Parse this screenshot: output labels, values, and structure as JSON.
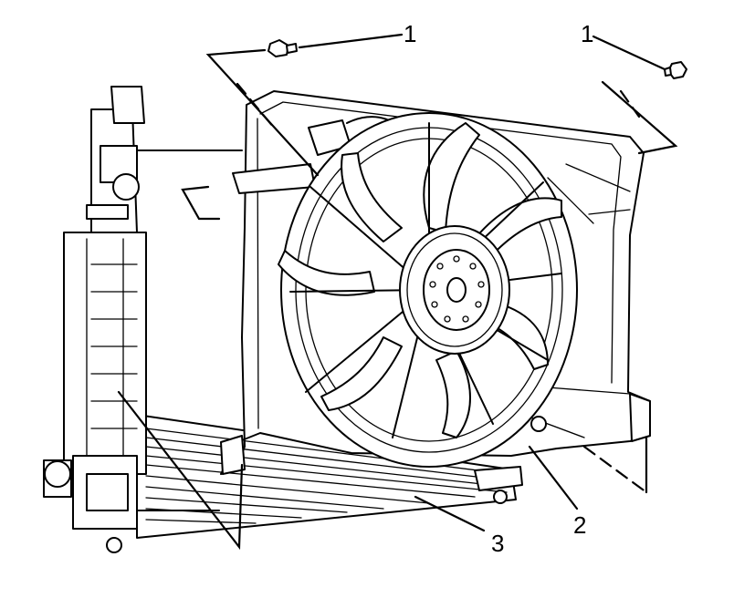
{
  "diagram": {
    "callouts": [
      {
        "id": "bolt-left",
        "label": "1"
      },
      {
        "id": "bolt-right",
        "label": "1"
      },
      {
        "id": "fan-shroud",
        "label": "2"
      },
      {
        "id": "radiator",
        "label": "3"
      }
    ]
  }
}
